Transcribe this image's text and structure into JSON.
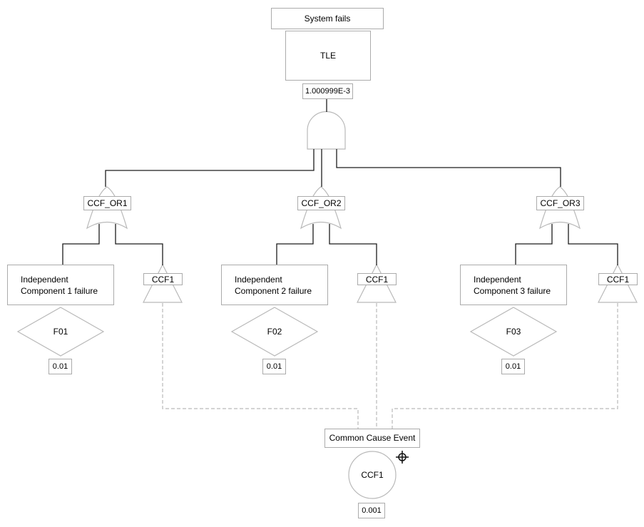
{
  "diagram_type": "fault-tree",
  "colors": {
    "background": "#ffffff",
    "shape_outline": "#b9b9b9",
    "box_border": "#ababab",
    "solid_connector": "#1c1c1c",
    "dashed_connector": "#b9b9b9",
    "text": "#000000"
  },
  "top_event": {
    "title": "System fails",
    "gate": "TLE",
    "probability": "1.000999E-3",
    "gate_type": "and"
  },
  "branches": [
    {
      "gate_label": "CCF_OR1",
      "gate_type": "or",
      "component": "Independent\nComponent 1 failure",
      "event": "F01",
      "probability": "0.01",
      "transfer": "CCF1"
    },
    {
      "gate_label": "CCF_OR2",
      "gate_type": "or",
      "component": "Independent\nComponent 2 failure",
      "event": "F02",
      "probability": "0.01",
      "transfer": "CCF1"
    },
    {
      "gate_label": "CCF_OR3",
      "gate_type": "or",
      "component": "Independent\nComponent 3 failure",
      "event": "F03",
      "probability": "0.01",
      "transfer": "CCF1"
    }
  ],
  "common_cause": {
    "title": "Common Cause Event",
    "event": "CCF1",
    "probability": "0.001"
  },
  "icons": {
    "crosshair": "target-crosshair-marker"
  }
}
